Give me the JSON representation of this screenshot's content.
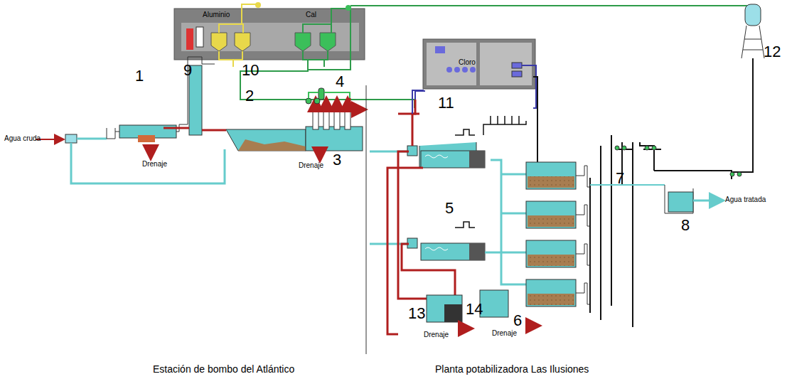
{
  "diagram": {
    "nodes": [
      {
        "text": [
          "Aluminio",
          "Cal"
        ]
      },
      {
        "text": [
          "Cloro"
        ]
      }
    ],
    "labels": [
      "Agua cruda",
      "1",
      "Drenaje",
      "2",
      "3",
      "Drenaje",
      "4",
      "9",
      "10",
      "11",
      "12",
      "5",
      "6",
      "7",
      "8",
      "Agua tratada",
      "13",
      "14",
      "Drenaje",
      "Drenaje",
      "Estación de bombo del Atlántico",
      "Planta potabilizadora Las Ilusiones"
    ]
  }
}
